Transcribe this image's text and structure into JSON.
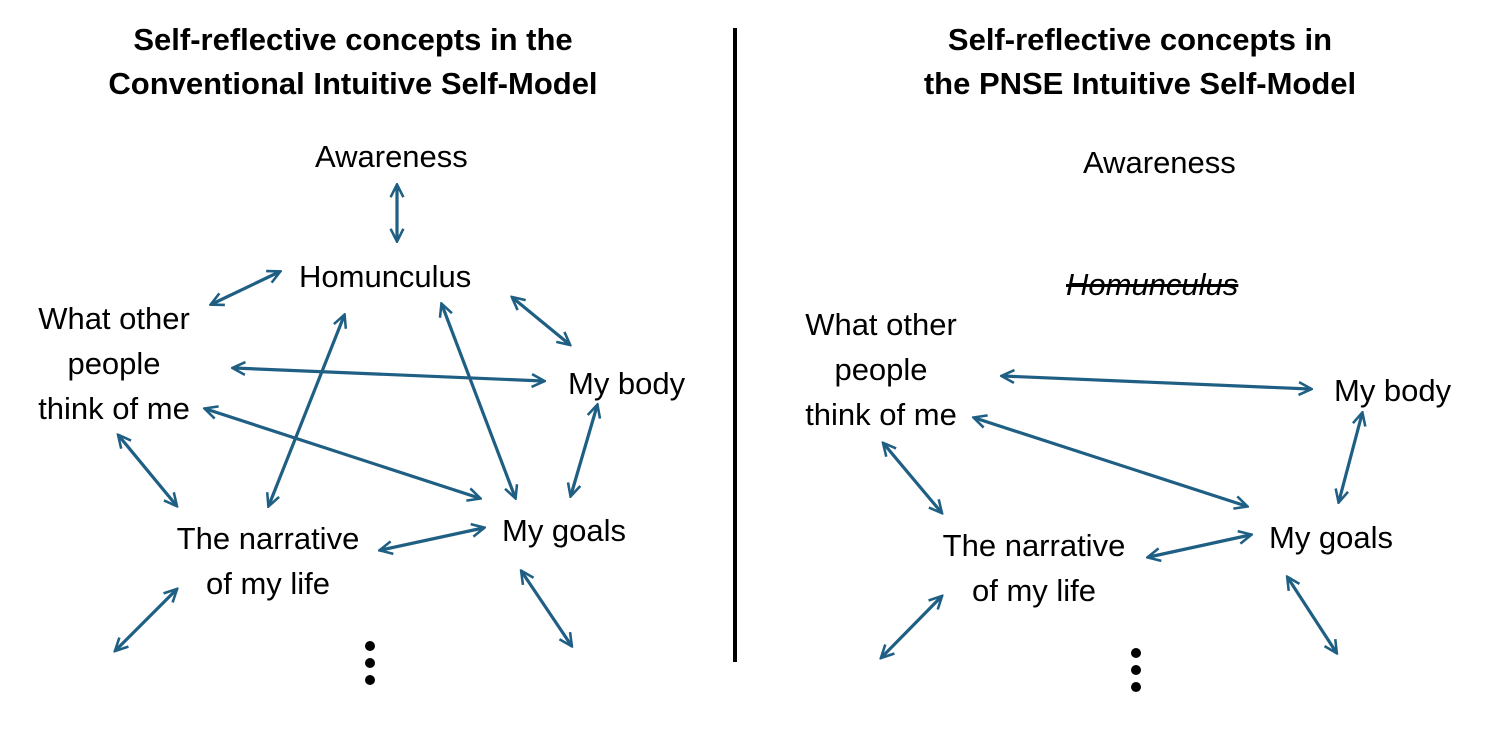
{
  "panels": {
    "left": {
      "title": "Self-reflective concepts in the\nConventional Intuitive Self-Model",
      "nodes": {
        "awareness": "Awareness",
        "homunculus": "Homunculus",
        "others": "What other\npeople\nthink of me",
        "body": "My body",
        "goals": "My goals",
        "narrative": "The narrative\nof my life"
      }
    },
    "right": {
      "title": "Self-reflective concepts in\nthe PNSE Intuitive Self-Model",
      "nodes": {
        "awareness": "Awareness",
        "homunculus": "Homunculus",
        "others": "What other\npeople\nthink of me",
        "body": "My body",
        "goals": "My goals",
        "narrative": "The narrative\nof my life"
      }
    }
  },
  "colors": {
    "arrow": "#1f5f84",
    "text": "#000000"
  }
}
